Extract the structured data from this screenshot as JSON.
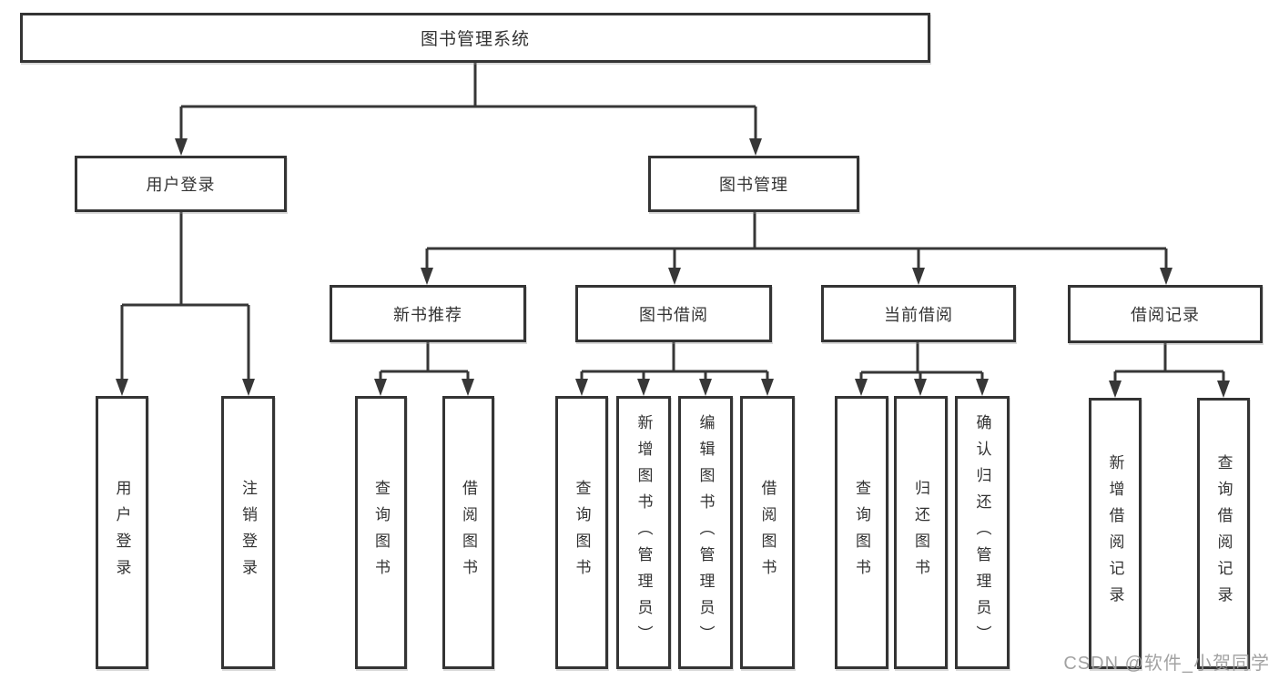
{
  "nodes": {
    "root": {
      "label": "图书管理系统"
    },
    "level2": [
      {
        "label": "用户登录",
        "parent": "图书管理系统"
      },
      {
        "label": "图书管理",
        "parent": "图书管理系统"
      }
    ],
    "level3": [
      {
        "label": "新书推荐",
        "parent": "图书管理"
      },
      {
        "label": "图书借阅",
        "parent": "图书管理"
      },
      {
        "label": "当前借阅",
        "parent": "图书管理"
      },
      {
        "label": "借阅记录",
        "parent": "图书管理"
      }
    ],
    "leaves": [
      {
        "label": "用户登录",
        "parent": "用户登录"
      },
      {
        "label": "注销登录",
        "parent": "用户登录"
      },
      {
        "label": "查询图书",
        "parent": "新书推荐"
      },
      {
        "label": "借阅图书",
        "parent": "新书推荐"
      },
      {
        "label": "查询图书",
        "parent": "图书借阅"
      },
      {
        "label": "新增图书（管理员）",
        "parent": "图书借阅"
      },
      {
        "label": "编辑图书（管理员）",
        "parent": "图书借阅"
      },
      {
        "label": "借阅图书",
        "parent": "图书借阅"
      },
      {
        "label": "查询图书",
        "parent": "当前借阅"
      },
      {
        "label": "归还图书",
        "parent": "当前借阅"
      },
      {
        "label": "确认归还（管理员）",
        "parent": "当前借阅"
      },
      {
        "label": "新增借阅记录",
        "parent": "借阅记录"
      },
      {
        "label": "查询借阅记录",
        "parent": "借阅记录"
      }
    ]
  },
  "watermark": "CSDN @软件_小贺同学",
  "colors": {
    "line": "#373737",
    "box_border": "#343434",
    "text": "#333333",
    "background": "#ffffff",
    "watermark": "#9b9b9b"
  }
}
